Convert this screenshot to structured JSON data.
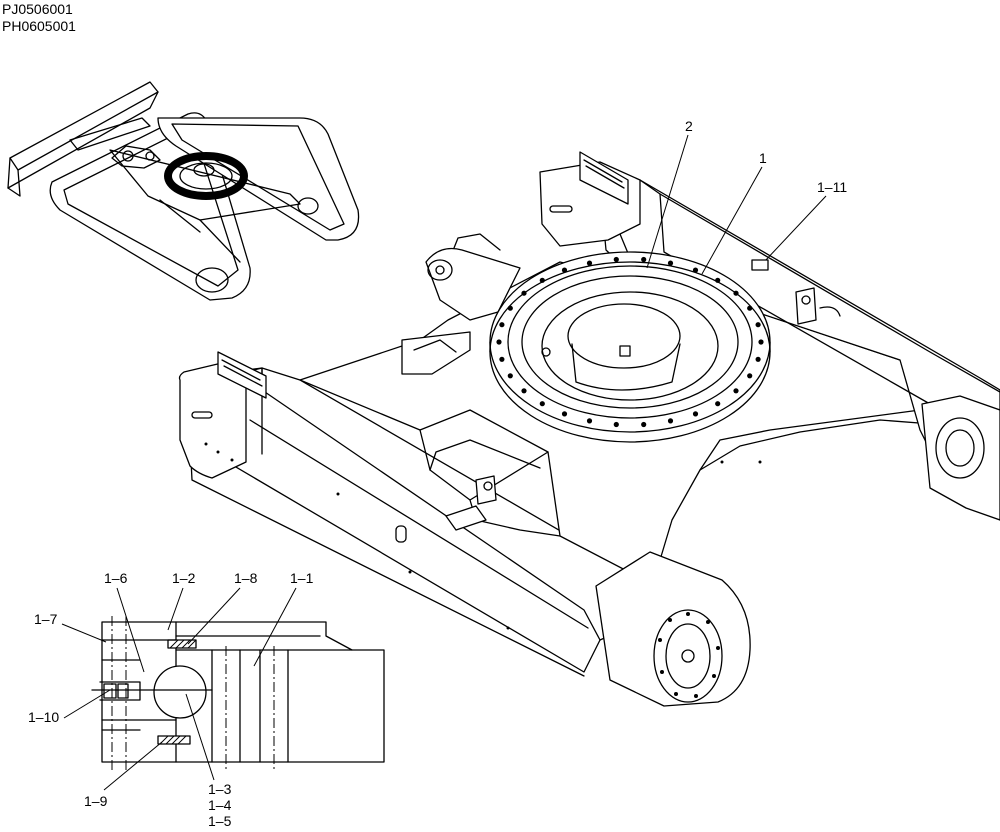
{
  "header": {
    "codes": [
      "PJ0506001",
      "PH0605001"
    ]
  },
  "callouts": {
    "main": {
      "c2": "2",
      "c1": "1",
      "c1_11": "1–11"
    },
    "detail": {
      "c1_6": "1–6",
      "c1_2": "1–2",
      "c1_8": "1–8",
      "c1_1": "1–1",
      "c1_7": "1–7",
      "c1_10": "1–10",
      "c1_9": "1–9",
      "c1_3": "1–3",
      "c1_4": "1–4",
      "c1_5": "1–5"
    }
  }
}
